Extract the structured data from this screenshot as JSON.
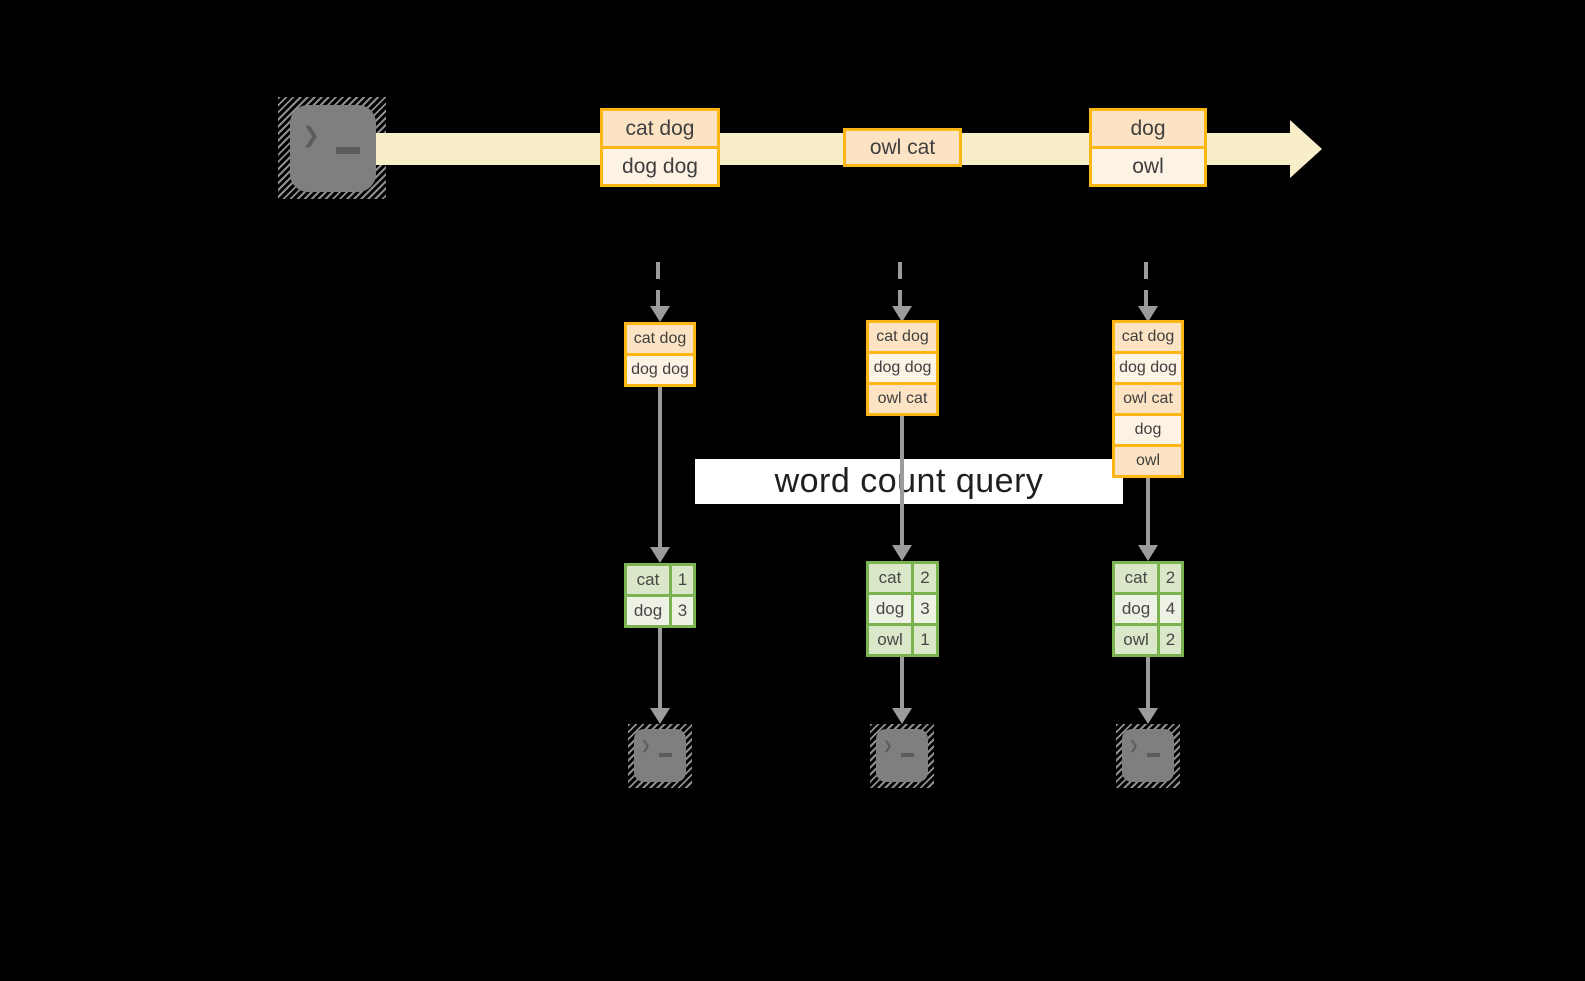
{
  "query_label": "word count query",
  "colors": {
    "background": "#000000",
    "stream_fill": "#f8eeca",
    "message_border": "#fcb714",
    "message_fill_dark": "#fbe3c3",
    "message_fill_light": "#fdf3e4",
    "count_border": "#7ab34f",
    "count_fill_dark": "#dbe7c9",
    "count_fill_light": "#edf2e5",
    "arrow_gray": "#9b9b9b",
    "terminal_gray": "#7f7f7f",
    "query_bar_bg": "#ffffff"
  },
  "stream": {
    "source_icon": "terminal-icon",
    "messages": [
      {
        "lines": [
          "cat dog",
          "dog dog"
        ]
      },
      {
        "lines": [
          "owl cat"
        ]
      },
      {
        "lines": [
          "dog",
          "owl"
        ]
      }
    ]
  },
  "columns": [
    {
      "buffer": [
        "cat dog",
        "dog dog"
      ],
      "counts": [
        {
          "word": "cat",
          "count": "1"
        },
        {
          "word": "dog",
          "count": "3"
        }
      ],
      "sink_icon": "terminal-icon"
    },
    {
      "buffer": [
        "cat dog",
        "dog dog",
        "owl cat"
      ],
      "counts": [
        {
          "word": "cat",
          "count": "2"
        },
        {
          "word": "dog",
          "count": "3"
        },
        {
          "word": "owl",
          "count": "1"
        }
      ],
      "sink_icon": "terminal-icon"
    },
    {
      "buffer": [
        "cat dog",
        "dog dog",
        "owl cat",
        "dog",
        "owl"
      ],
      "counts": [
        {
          "word": "cat",
          "count": "2"
        },
        {
          "word": "dog",
          "count": "4"
        },
        {
          "word": "owl",
          "count": "2"
        }
      ],
      "sink_icon": "terminal-icon"
    }
  ]
}
